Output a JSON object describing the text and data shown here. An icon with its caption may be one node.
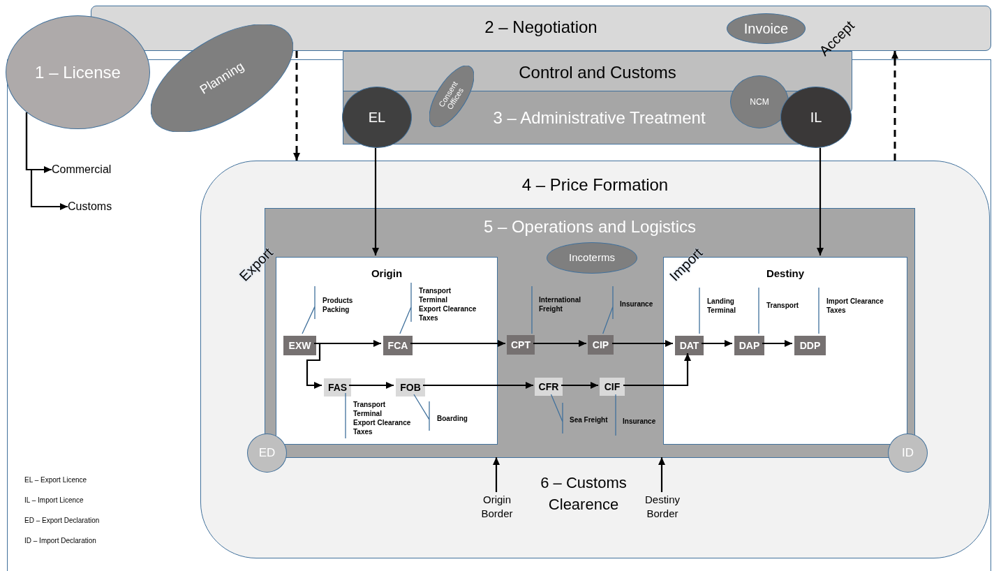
{
  "diagram": {
    "nodes": [
      {
        "text": [
          "1 – License"
        ]
      },
      {
        "text": [
          "2 – Negotiation"
        ]
      },
      {
        "text": [
          "Planning"
        ]
      },
      {
        "text": [
          "Invoice"
        ],
        "in": 1
      },
      {
        "text": [
          "Control and Customs"
        ]
      },
      {
        "text": [
          "3 – Administrative Treatment"
        ]
      },
      {
        "text": [
          "EL"
        ]
      },
      {
        "text": [
          "Consent Offices"
        ]
      },
      {
        "text": [
          "NCM"
        ]
      },
      {
        "text": [
          "IL"
        ]
      },
      {
        "text": [
          "Commercial"
        ]
      },
      {
        "text": [
          "Customs"
        ]
      },
      {
        "text": [
          "4 – Price Formation"
        ]
      },
      {
        "text": [
          "5 – Operations and Logistics"
        ],
        "in": 12
      },
      {
        "text": [
          "Origin"
        ],
        "in": 13
      },
      {
        "text": [
          "Destiny"
        ],
        "in": 13
      },
      {
        "text": [
          "Incoterms"
        ],
        "in": 13
      },
      {
        "text": [
          "EXW"
        ],
        "in": 14
      },
      {
        "text": [
          "FCA"
        ],
        "in": 14
      },
      {
        "text": [
          "FAS"
        ],
        "in": 14
      },
      {
        "text": [
          "FOB"
        ],
        "in": 14
      },
      {
        "text": [
          "CPT"
        ],
        "in": 13
      },
      {
        "text": [
          "CIP"
        ],
        "in": 13
      },
      {
        "text": [
          "CFR"
        ],
        "in": 13
      },
      {
        "text": [
          "CIF"
        ],
        "in": 13
      },
      {
        "text": [
          "DAT"
        ],
        "in": 15
      },
      {
        "text": [
          "DAP"
        ],
        "in": 15
      },
      {
        "text": [
          "DDP"
        ],
        "in": 15
      },
      {
        "text": [
          "Products",
          "Packing"
        ],
        "in": 14
      },
      {
        "text": [
          "Transport",
          "Terminal",
          "Export Clearance",
          "Taxes"
        ],
        "in": 14
      },
      {
        "text": [
          "International Freight"
        ],
        "in": 13
      },
      {
        "text": [
          "Insurance"
        ],
        "in": 13
      },
      {
        "text": [
          "Transport",
          "Terminal",
          "Export Clearance",
          "Taxes"
        ],
        "in": 14
      },
      {
        "text": [
          "Boarding"
        ],
        "in": 14
      },
      {
        "text": [
          "Sea Freight"
        ],
        "in": 13
      },
      {
        "text": [
          "Insurance"
        ],
        "in": 13
      },
      {
        "text": [
          "Landing Terminal"
        ],
        "in": 15
      },
      {
        "text": [
          "Transport"
        ],
        "in": 15
      },
      {
        "text": [
          "Import Clearance",
          "Taxes"
        ],
        "in": 15
      },
      {
        "text": [
          "ED"
        ],
        "in": 12
      },
      {
        "text": [
          "ID"
        ],
        "in": 12
      },
      {
        "text": [
          "Origin Border"
        ],
        "in": 12
      },
      {
        "text": [
          "Destiny Border"
        ],
        "in": 12
      }
    ],
    "edges": [
      {
        "from": 0,
        "to": 10,
        "arrow": "to"
      },
      {
        "from": 0,
        "to": 11,
        "arrow": "to"
      },
      {
        "from": 1,
        "to": 12,
        "arrow": "to",
        "style": "dashed"
      },
      {
        "from": 12,
        "to": 1,
        "arrow": "to",
        "style": "dashed"
      },
      {
        "from": 6,
        "to": 14,
        "arrow": "to"
      },
      {
        "from": 9,
        "to": 15,
        "arrow": "to"
      },
      {
        "from": 17,
        "to": 18,
        "arrow": "to"
      },
      {
        "from": 17,
        "to": 19,
        "arrow": "to"
      },
      {
        "from": 19,
        "to": 20,
        "arrow": "to"
      },
      {
        "from": 18,
        "to": 21,
        "arrow": "to"
      },
      {
        "from": 21,
        "to": 22,
        "arrow": "to"
      },
      {
        "from": 22,
        "to": 25,
        "arrow": "to"
      },
      {
        "from": 20,
        "to": 23,
        "arrow": "to"
      },
      {
        "from": 23,
        "to": 24,
        "arrow": "to"
      },
      {
        "from": 24,
        "to": 25,
        "arrow": "to"
      },
      {
        "from": 25,
        "to": 26,
        "arrow": "to"
      },
      {
        "from": 26,
        "to": 27,
        "arrow": "to"
      },
      {
        "from": 28,
        "to": 17,
        "arrow": "none",
        "color": "#41719c"
      },
      {
        "from": 29,
        "to": 18,
        "arrow": "none",
        "color": "#41719c"
      },
      {
        "from": 30,
        "to": 21,
        "arrow": "none",
        "color": "#41719c"
      },
      {
        "from": 31,
        "to": 22,
        "arrow": "none",
        "color": "#41719c"
      },
      {
        "from": 32,
        "to": 19,
        "arrow": "none",
        "color": "#41719c"
      },
      {
        "from": 33,
        "to": 20,
        "arrow": "none",
        "color": "#41719c"
      },
      {
        "from": 34,
        "to": 23,
        "arrow": "none",
        "color": "#41719c"
      },
      {
        "from": 35,
        "to": 24,
        "arrow": "none",
        "color": "#41719c"
      },
      {
        "from": 36,
        "to": 25,
        "arrow": "none",
        "color": "#41719c"
      },
      {
        "from": 37,
        "to": 26,
        "arrow": "none",
        "color": "#41719c"
      },
      {
        "from": 38,
        "to": 27,
        "arrow": "none",
        "color": "#41719c"
      },
      {
        "from": 41,
        "to": 13,
        "arrow": "to"
      },
      {
        "from": 42,
        "to": 13,
        "arrow": "to"
      }
    ],
    "labels": [
      "Accept",
      "Export",
      "Import",
      "6 – Customs Clearence",
      "EL – Export Licence",
      "IL – Import Licence",
      "ED – Export Declaration",
      "ID – Import Declaration"
    ]
  }
}
